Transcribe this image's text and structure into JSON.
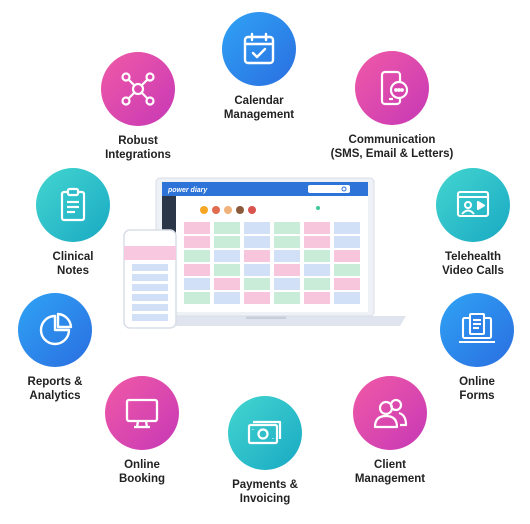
{
  "features": [
    {
      "id": "calendar",
      "label": "Calendar\nManagement",
      "icon": "calendar-check-icon"
    },
    {
      "id": "integrations",
      "label": "Robust\nIntegrations",
      "icon": "network-icon"
    },
    {
      "id": "communication",
      "label": "Communication\n(SMS, Email & Letters)",
      "icon": "phone-chat-icon"
    },
    {
      "id": "clinical-notes",
      "label": "Clinical\nNotes",
      "icon": "clipboard-icon"
    },
    {
      "id": "telehealth",
      "label": "Telehealth\nVideo Calls",
      "icon": "video-call-icon"
    },
    {
      "id": "reports",
      "label": "Reports &\nAnalytics",
      "icon": "pie-chart-icon"
    },
    {
      "id": "online-forms",
      "label": "Online\nForms",
      "icon": "form-icon"
    },
    {
      "id": "online-booking",
      "label": "Online\nBooking",
      "icon": "monitor-icon"
    },
    {
      "id": "payments",
      "label": "Payments &\nInvoicing",
      "icon": "money-icon"
    },
    {
      "id": "client-management",
      "label": "Client\nManagement",
      "icon": "users-icon"
    }
  ],
  "laptop": {
    "brand": "power diary"
  },
  "colors": {
    "blue": "#2a8df0",
    "pink": "#e04bae",
    "teal": "#2cc0c9"
  }
}
